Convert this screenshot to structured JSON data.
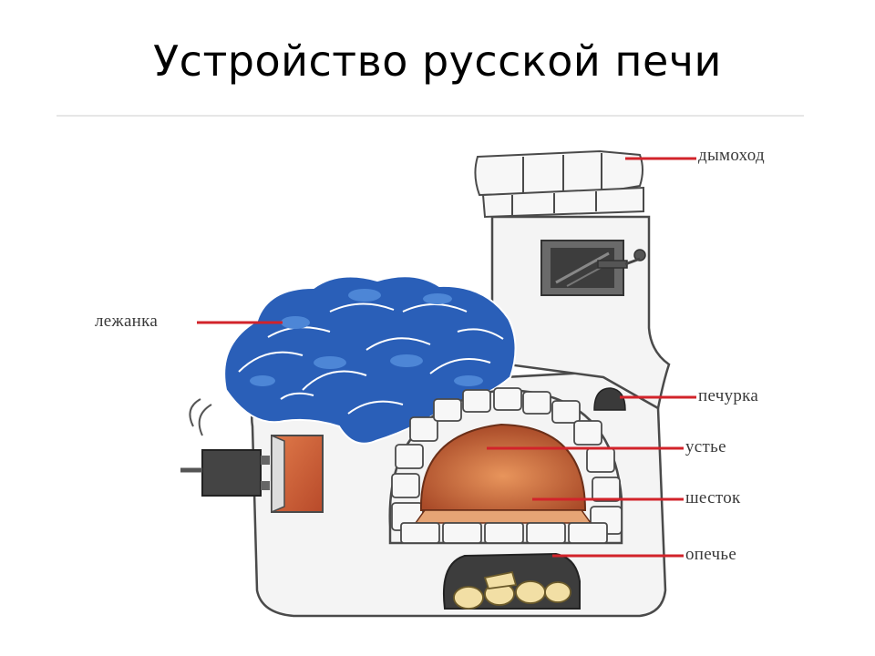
{
  "title": "Устройство русской печи",
  "colors": {
    "leader": "#d2232a",
    "stove_outline": "#4a4a4a",
    "stove_fill": "#f4f4f4",
    "blanket_blue": "#2a5fb8",
    "fire_inner": "#c86a3a",
    "hearth": "#d98a56"
  },
  "labels": {
    "chimney": "дымоход",
    "bench": "лежанка",
    "niche": "печурка",
    "mouth": "устье",
    "hearth_shelf": "шесток",
    "under_niche": "опечье"
  }
}
